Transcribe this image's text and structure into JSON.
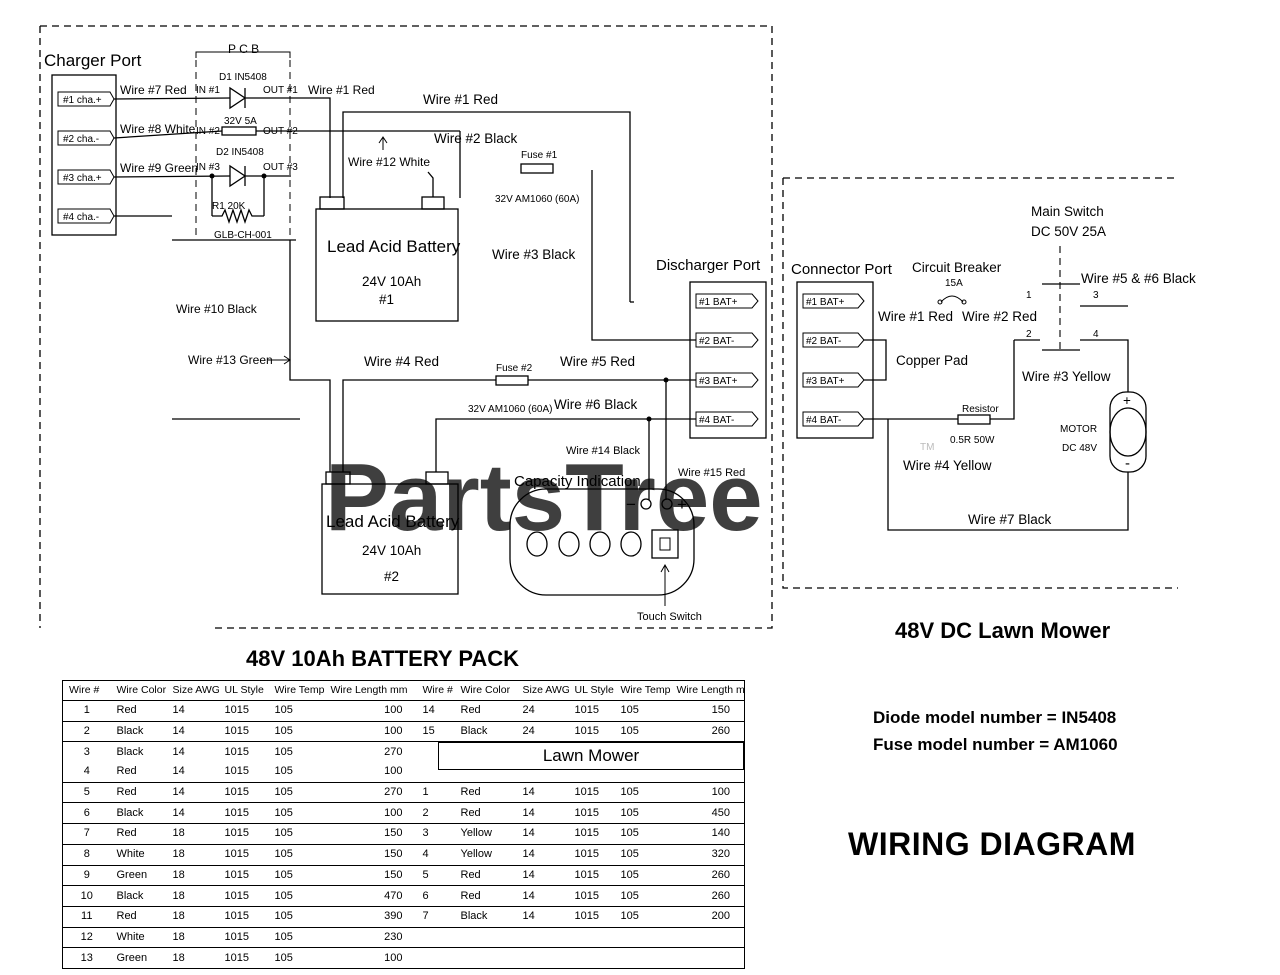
{
  "watermark": "PartsTree",
  "watermark_tm": "TM",
  "pack_title": "48V 10Ah BATTERY PACK",
  "mower_title": "48V DC Lawn Mower",
  "diagram_title": "WIRING DIAGRAM",
  "notes": {
    "diode": "Diode model number = IN5408",
    "fuse": "Fuse  model number = AM1060"
  },
  "charger": {
    "title": "Charger Port",
    "pins": [
      "#1 cha.+",
      "#2 cha.-",
      "#3 cha.+",
      "#4 cha.-"
    ]
  },
  "pcb": {
    "title": "P C B",
    "d1": "D1  IN5408",
    "d2": "D2   IN5408",
    "in1": "IN #1",
    "in2": "IN #2",
    "in3": "IN #3",
    "out1": "OUT #1",
    "out2": "OUT #2",
    "out3": "OUT #3",
    "fuse": "32V  5A",
    "r1": "R1  20K",
    "part": "GLB-CH-001"
  },
  "wires": {
    "w7": "Wire  #7 Red",
    "w8": "Wire  #8 White",
    "w9": "Wire  #9 Green",
    "w1": "Wire  #1   Red",
    "w1b": "Wire  #1 Red",
    "w2": "Wire  #2 Black",
    "w12": "Wire  #12 White",
    "w3": "Wire  #3 Black",
    "w10": "Wire  #10 Black",
    "w13": "Wire  #13 Green",
    "w4": "Wire  #4 Red",
    "w5": "Wire  #5 Red",
    "w6": "Wire  #6 Black",
    "w14": "Wire  #14 Black",
    "w15": "Wire  #15 Red"
  },
  "fuses": {
    "f1": "Fuse #1",
    "f1_rating": "32V AM1060 (60A)",
    "f2": "Fuse #2",
    "f2_rating": "32V AM1060 (60A)"
  },
  "battery1": {
    "title": "Lead Acid Battery",
    "rating": "24V 10Ah",
    "id": "#1"
  },
  "battery2": {
    "title": "Lead Acid Battery",
    "rating": "24V 10Ah",
    "id": "#2"
  },
  "discharger": {
    "title": "Discharger Port",
    "pins": [
      "#1 BAT+",
      "#2  BAT-",
      "#3  BAT+",
      "#4  BAT-"
    ]
  },
  "capacity": {
    "title": "Capacity Indication",
    "minus": "−",
    "plus": "+",
    "touch": "Touch Switch"
  },
  "mower": {
    "connector_title": "Connector Port",
    "pins": [
      "#1  BAT+",
      "#2  BAT-",
      "#3  BAT+",
      "#4  BAT-"
    ],
    "breaker": "Circuit  Breaker",
    "breaker_rating": "15A",
    "switch": "Main Switch",
    "switch_rating": "DC 50V 25A",
    "w56": "Wire #5 & #6 Black",
    "w1": "Wire  #1 Red",
    "w2": "Wire  #2 Red",
    "copper": "Copper Pad",
    "w3": "Wire  #3 Yellow",
    "resistor": "Resistor",
    "resistor_rating": "0.5R 50W",
    "w4": "Wire  #4 Yellow",
    "w7": "Wire  #7 Black",
    "motor": "MOTOR",
    "motor_rating": "DC  48V",
    "motor_plus": "+",
    "motor_minus": "-",
    "sw_pins": [
      "1",
      "2",
      "3",
      "4"
    ]
  },
  "table": {
    "headers": [
      "Wire #",
      "Wire Color",
      "Size AWG",
      "UL Style",
      "Wire Temp.",
      "Wire Length mm",
      "Wire #",
      "Wire Color",
      "Size AWG",
      "UL Style",
      "Wire Temp.",
      "Wire Length mm"
    ],
    "lawn_mower_label": "Lawn Mower",
    "rows": [
      [
        "1",
        "Red",
        "14",
        "1015",
        "105",
        "100",
        "14",
        "Red",
        "24",
        "1015",
        "105",
        "150"
      ],
      [
        "2",
        "Black",
        "14",
        "1015",
        "105",
        "100",
        "15",
        "Black",
        "24",
        "1015",
        "105",
        "260"
      ],
      [
        "3",
        "Black",
        "14",
        "1015",
        "105",
        "270",
        "",
        "",
        "",
        "",
        "",
        ""
      ],
      [
        "4",
        "Red",
        "14",
        "1015",
        "105",
        "100",
        "",
        "",
        "",
        "",
        "",
        ""
      ],
      [
        "5",
        "Red",
        "14",
        "1015",
        "105",
        "270",
        "1",
        "Red",
        "14",
        "1015",
        "105",
        "100"
      ],
      [
        "6",
        "Black",
        "14",
        "1015",
        "105",
        "100",
        "2",
        "Red",
        "14",
        "1015",
        "105",
        "450"
      ],
      [
        "7",
        "Red",
        "18",
        "1015",
        "105",
        "150",
        "3",
        "Yellow",
        "14",
        "1015",
        "105",
        "140"
      ],
      [
        "8",
        "White",
        "18",
        "1015",
        "105",
        "150",
        "4",
        "Yellow",
        "14",
        "1015",
        "105",
        "320"
      ],
      [
        "9",
        "Green",
        "18",
        "1015",
        "105",
        "150",
        "5",
        "Red",
        "14",
        "1015",
        "105",
        "260"
      ],
      [
        "10",
        "Black",
        "18",
        "1015",
        "105",
        "470",
        "6",
        "Red",
        "14",
        "1015",
        "105",
        "260"
      ],
      [
        "11",
        "Red",
        "18",
        "1015",
        "105",
        "390",
        "7",
        "Black",
        "14",
        "1015",
        "105",
        "200"
      ],
      [
        "12",
        "White",
        "18",
        "1015",
        "105",
        "230",
        "",
        "",
        "",
        "",
        "",
        ""
      ],
      [
        "13",
        "Green",
        "18",
        "1015",
        "105",
        "100",
        "",
        "",
        "",
        "",
        "",
        ""
      ]
    ]
  }
}
